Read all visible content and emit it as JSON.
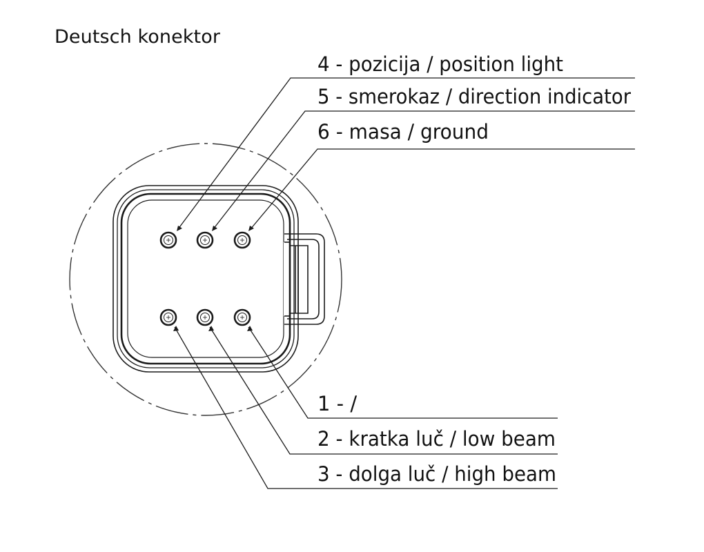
{
  "title": "Deutsch konektor",
  "pins_top": [
    {
      "number": 4,
      "label": "4 - pozicija / position light"
    },
    {
      "number": 5,
      "label": "5 - smerokaz / direction indicator"
    },
    {
      "number": 6,
      "label": "6 - masa / ground"
    }
  ],
  "pins_bottom": [
    {
      "number": 1,
      "label": "1 - /"
    },
    {
      "number": 2,
      "label": "2 - kratka luč / low beam"
    },
    {
      "number": 3,
      "label": "3 - dolga luč / high beam"
    }
  ],
  "colors": {
    "line": "#1a1a1a",
    "dashdot_outline": "#333333",
    "background": "#ffffff"
  }
}
